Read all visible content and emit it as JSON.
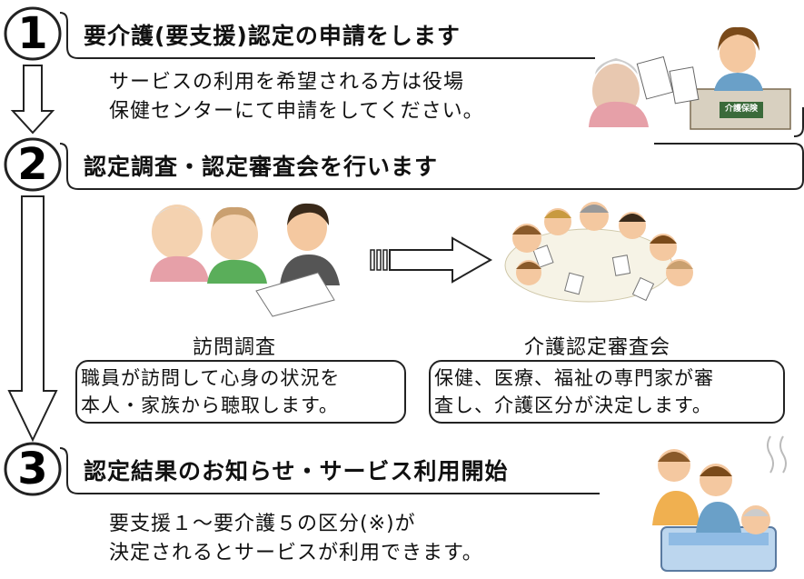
{
  "steps": [
    {
      "number": "1",
      "title": "要介護(要支援)認定の申請をします",
      "lines": [
        "サービスの利用を希望される方は役場",
        "保健センターにて申請をしてください。"
      ]
    },
    {
      "number": "2",
      "title": "認定調査・認定審査会を行います"
    },
    {
      "number": "3",
      "title": "認定結果のお知らせ・サービス利用開始",
      "lines": [
        "要支援１～要介護５の区分(※)が",
        "決定されるとサービスが利用できます。"
      ]
    }
  ],
  "visit": {
    "label": "訪問調査",
    "lines": [
      "職員が訪問して心身の状況を",
      "本人・家族から聴取します。"
    ]
  },
  "committee": {
    "label": "介護認定審査会",
    "lines": [
      "保健、医療、福祉の専門家が審",
      "査し、介護区分が決定します。"
    ]
  },
  "illustration": {
    "badge": "介護保険"
  },
  "colors": {
    "line": "#222222",
    "skin": "#f4c8a0",
    "hair_brown": "#8a5a2a",
    "table": "#7ea8d8"
  }
}
